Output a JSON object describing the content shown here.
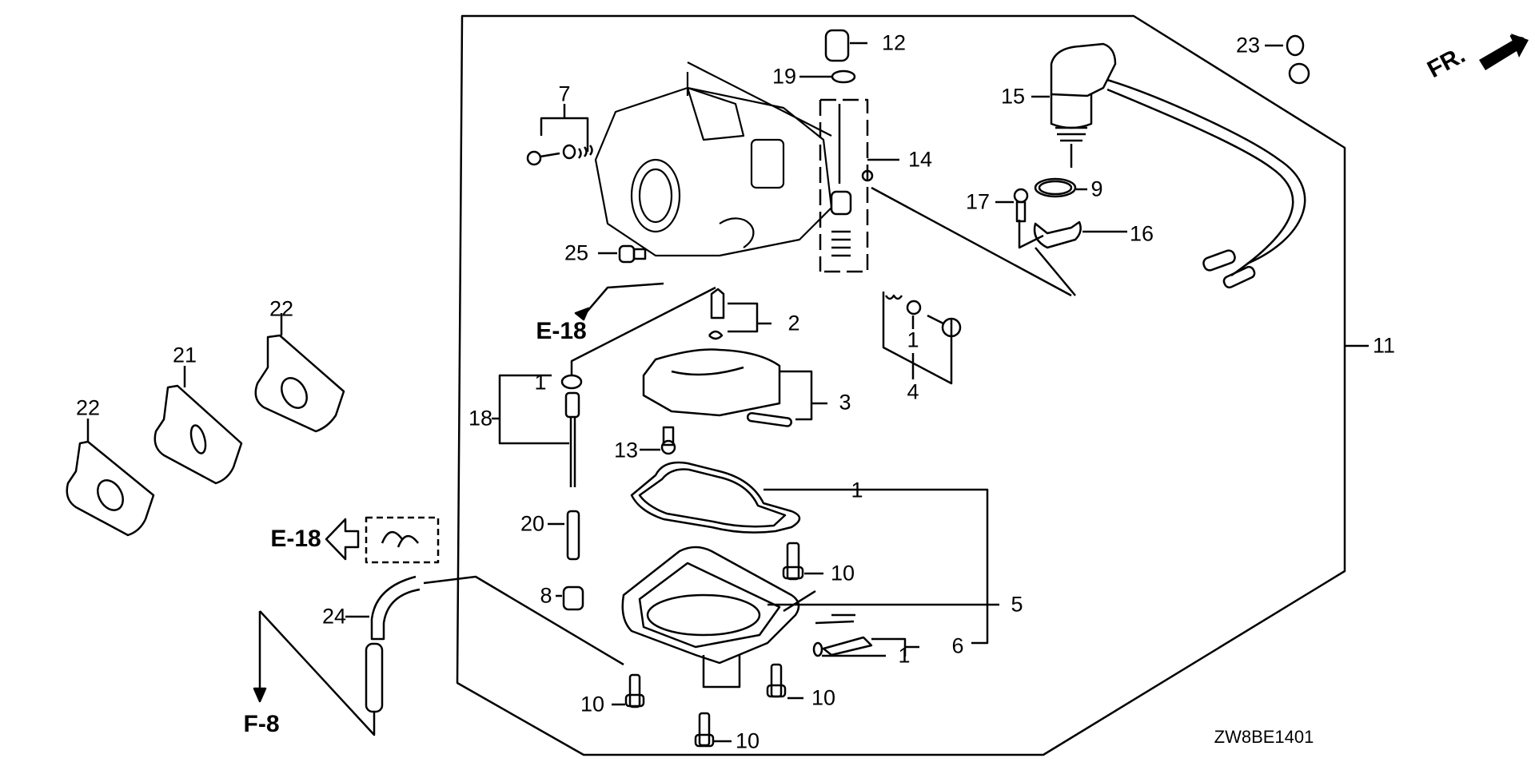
{
  "diagram": {
    "title_code": "ZW8BE1401",
    "direction_indicator": "FR.",
    "cross_references": [
      {
        "id": "ref-e18-top",
        "text": "E-18"
      },
      {
        "id": "ref-e18-left",
        "text": "E-18"
      },
      {
        "id": "ref-f8",
        "text": "F-8"
      }
    ],
    "callouts": [
      {
        "id": "c12",
        "text": "12"
      },
      {
        "id": "c19",
        "text": "19"
      },
      {
        "id": "c7",
        "text": "7"
      },
      {
        "id": "c14",
        "text": "14"
      },
      {
        "id": "c15",
        "text": "15"
      },
      {
        "id": "c23",
        "text": "23"
      },
      {
        "id": "c9",
        "text": "9"
      },
      {
        "id": "c17",
        "text": "17"
      },
      {
        "id": "c16",
        "text": "16"
      },
      {
        "id": "c25",
        "text": "25"
      },
      {
        "id": "c2",
        "text": "2"
      },
      {
        "id": "c1a",
        "text": "1"
      },
      {
        "id": "c4",
        "text": "4"
      },
      {
        "id": "c11",
        "text": "11"
      },
      {
        "id": "c22a",
        "text": "22"
      },
      {
        "id": "c21",
        "text": "21"
      },
      {
        "id": "c22b",
        "text": "22"
      },
      {
        "id": "c18",
        "text": "18"
      },
      {
        "id": "c1b",
        "text": "1"
      },
      {
        "id": "c3",
        "text": "3"
      },
      {
        "id": "c13",
        "text": "13"
      },
      {
        "id": "c1c",
        "text": "1"
      },
      {
        "id": "c20",
        "text": "20"
      },
      {
        "id": "c10a",
        "text": "10"
      },
      {
        "id": "c5",
        "text": "5"
      },
      {
        "id": "c8",
        "text": "8"
      },
      {
        "id": "c24",
        "text": "24"
      },
      {
        "id": "c6",
        "text": "6"
      },
      {
        "id": "c1d",
        "text": "1"
      },
      {
        "id": "c10b",
        "text": "10"
      },
      {
        "id": "c10c",
        "text": "10"
      },
      {
        "id": "c10d",
        "text": "10"
      }
    ]
  }
}
